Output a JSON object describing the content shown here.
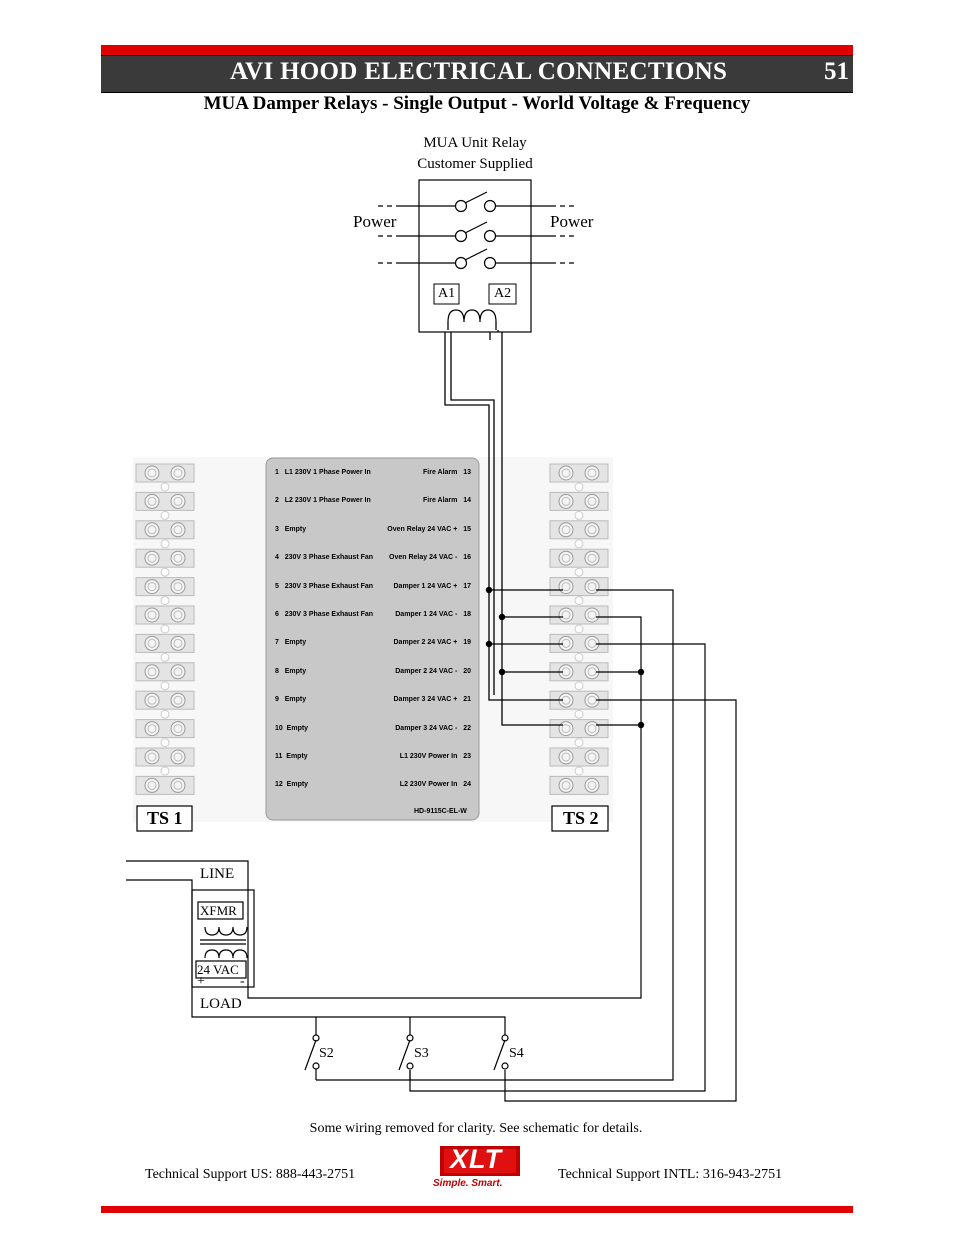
{
  "header": {
    "title": "AVI HOOD ELECTRICAL CONNECTIONS",
    "page_number": "51",
    "subtitle": "MUA Damper Relays - Single Output - World Voltage & Frequency"
  },
  "relay": {
    "caption_line1": "MUA Unit Relay",
    "caption_line2": "Customer Supplied",
    "power_left": "Power",
    "power_right": "Power",
    "terminal_a1": "A1",
    "terminal_a2": "A2"
  },
  "board": {
    "ts1_label": "TS 1",
    "ts2_label": "TS 2",
    "model": "HD-9115C-EL-W",
    "left_terminals": [
      "1   L1 230V 1 Phase Power In",
      "2   L2 230V 1 Phase Power In",
      "3   Empty",
      "4   230V 3 Phase Exhaust Fan",
      "5   230V 3 Phase Exhaust Fan",
      "6   230V 3 Phase Exhaust Fan",
      "7   Empty",
      "8   Empty",
      "9   Empty",
      "10  Empty",
      "11  Empty",
      "12  Empty"
    ],
    "right_terminals": [
      "Fire Alarm   13",
      "Fire Alarm   14",
      "Oven Relay 24 VAC +   15",
      "Oven Relay 24 VAC -   16",
      "Damper 1 24 VAC +   17",
      "Damper 1 24 VAC -   18",
      "Damper 2 24 VAC +   19",
      "Damper 2 24 VAC -   20",
      "Damper 3 24 VAC +   21",
      "Damper 3 24 VAC -   22",
      "L1 230V Power In   23",
      "L2 230V Power In   24"
    ]
  },
  "transformer": {
    "line_label": "LINE",
    "xfmr_label": "XFMR",
    "vac_label": "24 VAC",
    "plus": "+",
    "minus": "-",
    "load_label": "LOAD"
  },
  "switches": [
    "S2",
    "S3",
    "S4"
  ],
  "footer": {
    "note": "Some wiring removed for clarity.  See schematic for details.",
    "support_us": "Technical Support  US:  888-443-2751",
    "support_intl": "Technical Support  INTL:  316-943-2751",
    "logo_text": "XLT",
    "logo_tagline": "Simple. Smart."
  },
  "colors": {
    "accent_red": "#e00000",
    "title_bar": "#3a3a3a",
    "board_gray": "#c8c8c8"
  }
}
